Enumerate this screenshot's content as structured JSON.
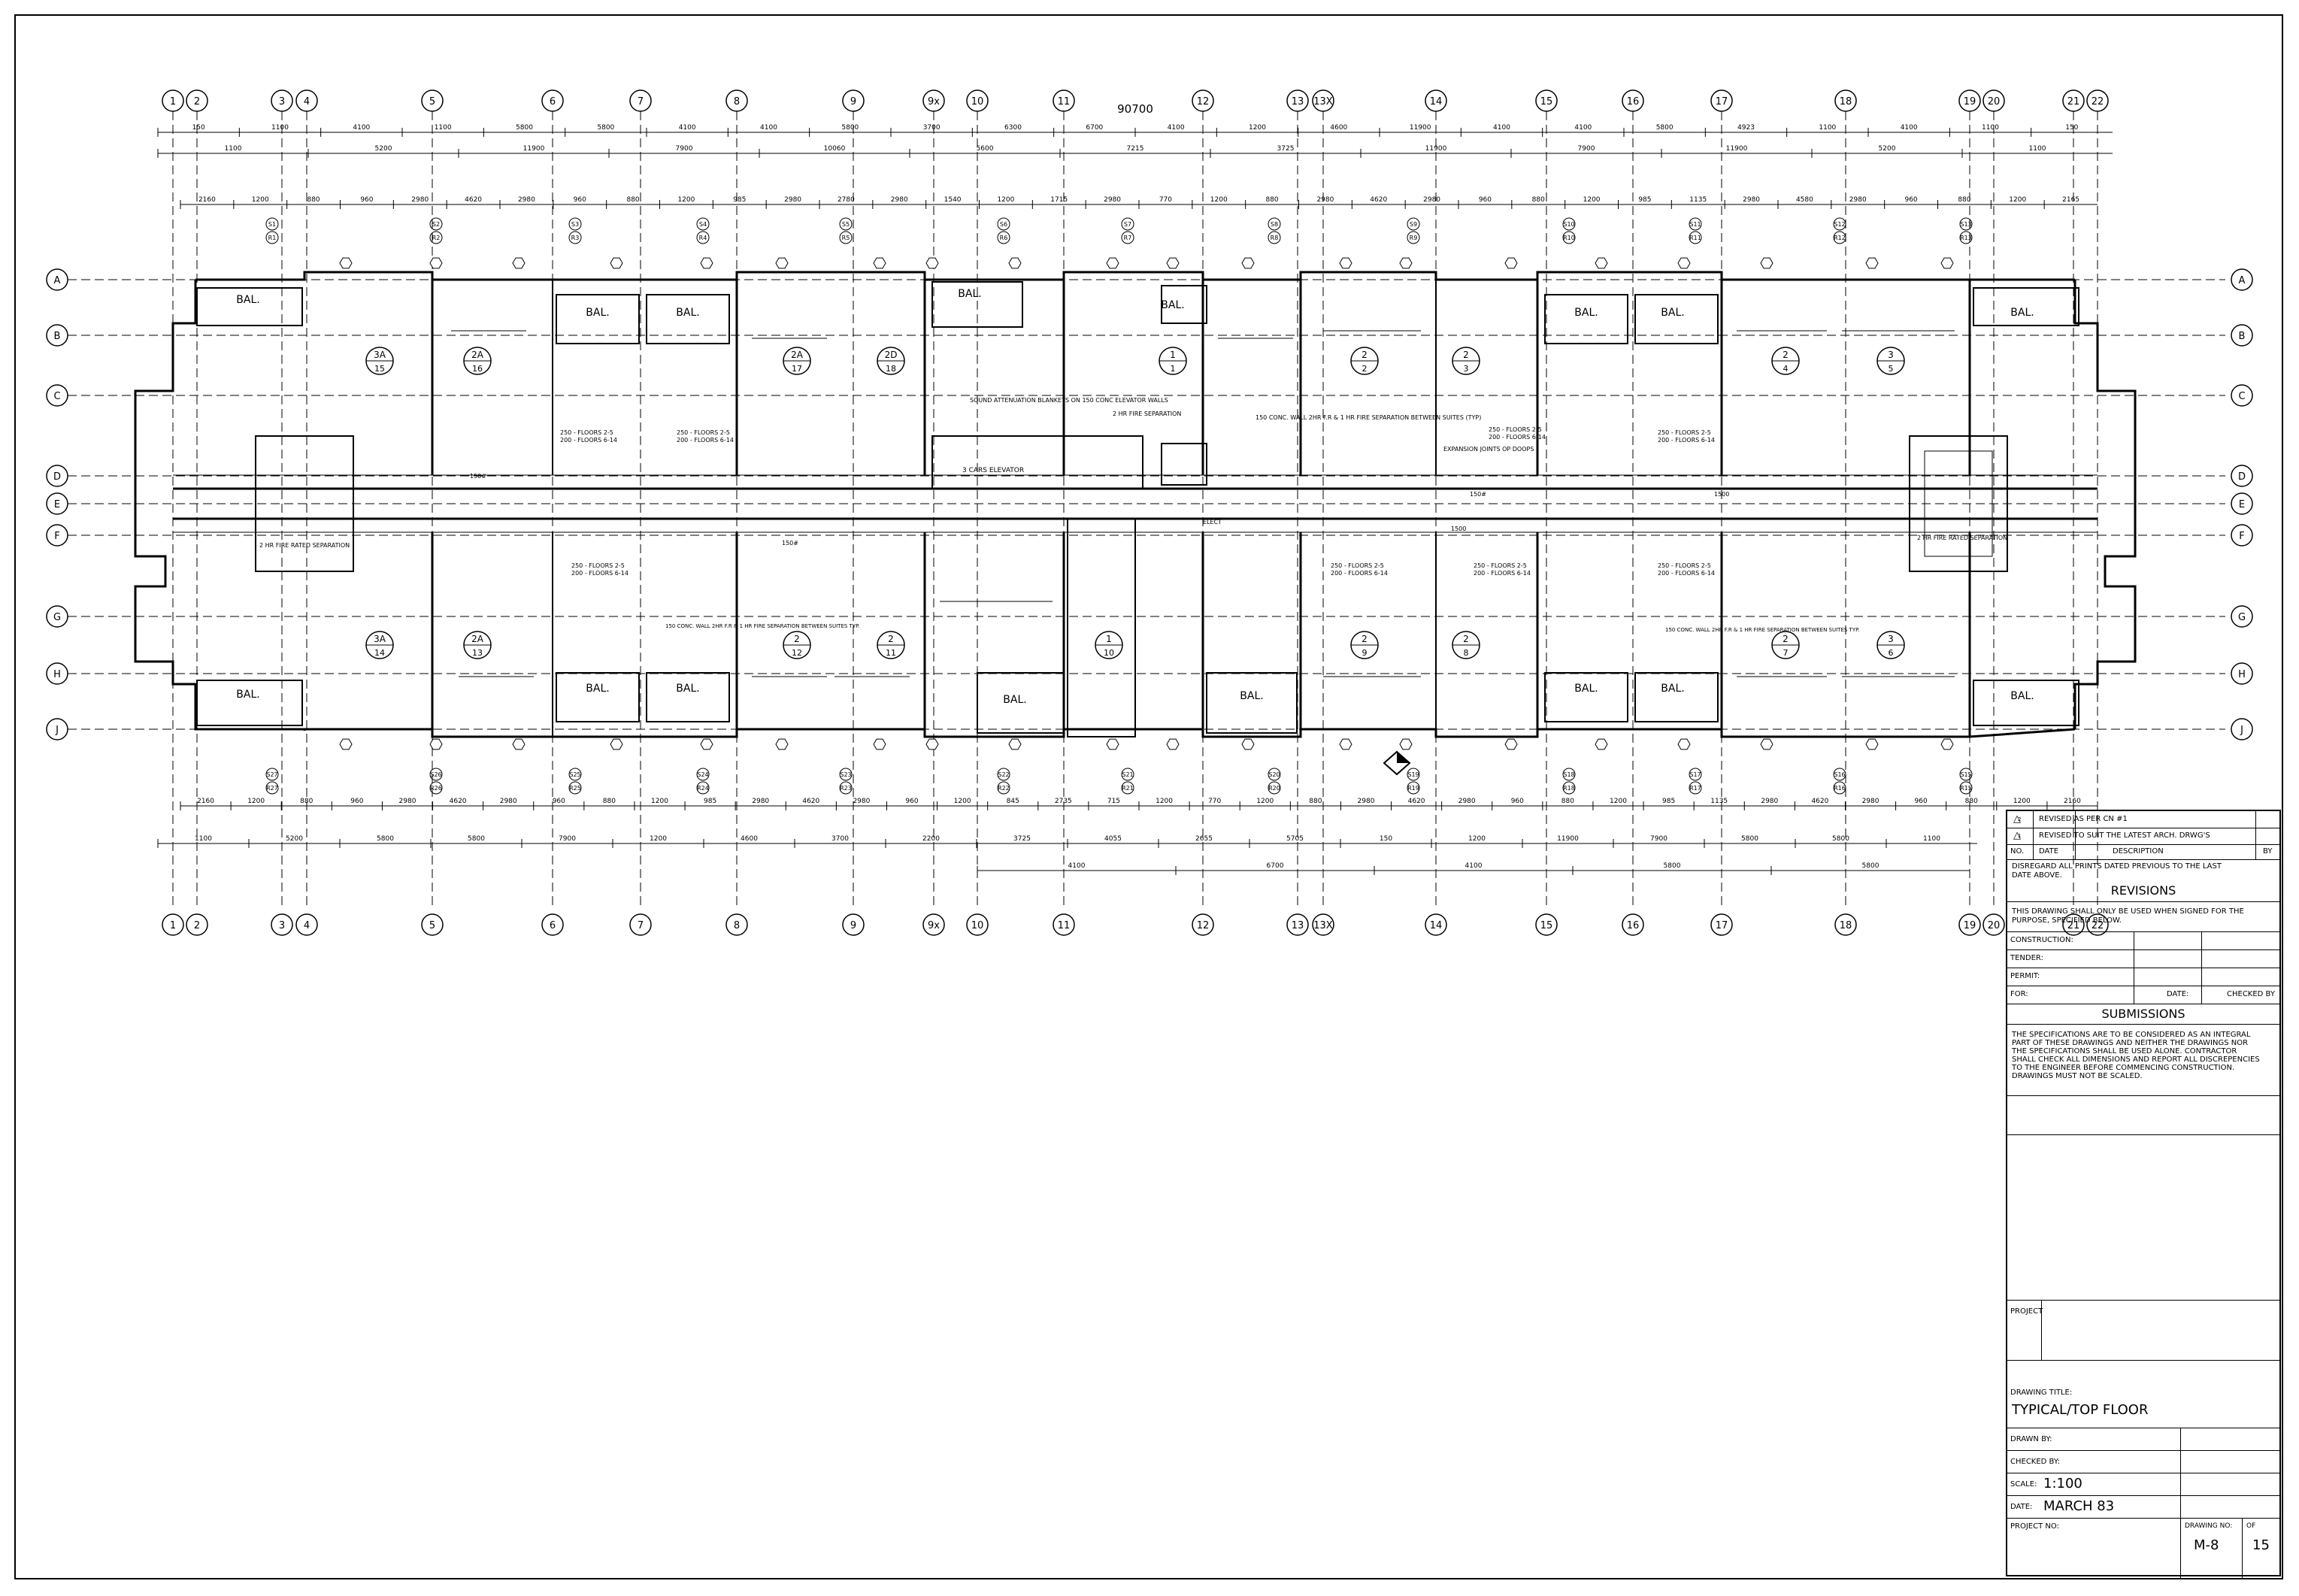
{
  "drawing": {
    "overall_dim": "90700",
    "grid_cols": [
      "1",
      "2",
      "3",
      "4",
      "5",
      "6",
      "7",
      "8",
      "9",
      "9x",
      "10",
      "11",
      "12",
      "13",
      "13X",
      "14",
      "15",
      "16",
      "17",
      "18",
      "19",
      "20",
      "21",
      "22"
    ],
    "grid_rows": [
      "A",
      "B",
      "C",
      "D",
      "E",
      "F",
      "G",
      "H",
      "J"
    ],
    "dims_row1": [
      "150",
      "1100",
      "4100",
      "1100",
      "5800",
      "5800",
      "4100",
      "4100",
      "5800",
      "3700",
      "6300",
      "6700",
      "4100",
      "1200",
      "4600",
      "11900",
      "4100",
      "4100",
      "5800",
      "4923",
      "1100",
      "4100",
      "1100",
      "150"
    ],
    "dims_row2": [
      "1100",
      "5200",
      "11900",
      "7900",
      "10060",
      "5600",
      "7215",
      "3725",
      "11900",
      "7900",
      "11900",
      "5200",
      "1100"
    ],
    "dims_row3": [
      "2160",
      "1200",
      "880",
      "960",
      "2980",
      "4620",
      "2980",
      "960",
      "880",
      "1200",
      "985",
      "2980",
      "2780",
      "2980",
      "1540",
      "1200",
      "1715",
      "2980",
      "770",
      "1200",
      "880",
      "2980",
      "4620",
      "2980",
      "960",
      "880",
      "1200",
      "985",
      "1135",
      "2980",
      "4580",
      "2980",
      "960",
      "880",
      "1200",
      "2165"
    ],
    "dims_bottom1": [
      "2160",
      "1200",
      "880",
      "960",
      "2980",
      "4620",
      "2980",
      "960",
      "880",
      "1200",
      "985",
      "2980",
      "4620",
      "2980",
      "960",
      "1200",
      "845",
      "2735",
      "715",
      "1200",
      "770",
      "1200",
      "880",
      "2980",
      "4620",
      "2980",
      "960",
      "880",
      "1200",
      "985",
      "1135",
      "2980",
      "4620",
      "2980",
      "960",
      "880",
      "1200",
      "2160"
    ],
    "dims_bottom2": [
      "1100",
      "5200",
      "5800",
      "5800",
      "7900",
      "1200",
      "4600",
      "3700",
      "2200",
      "3725",
      "4055",
      "2655",
      "5705",
      "150",
      "1200",
      "11900",
      "7900",
      "5800",
      "5800",
      "1100"
    ],
    "dims_bottom3": [
      "4100",
      "6700",
      "4100",
      "5800",
      "5800"
    ],
    "stair_tags_top": [
      "S1",
      "S2",
      "S3",
      "S4",
      "S5",
      "S6",
      "S7",
      "S8",
      "S9",
      "S10",
      "S11",
      "S12",
      "S13"
    ],
    "stair_tags_top_r": [
      "R1",
      "R2",
      "R3",
      "R4",
      "R5",
      "R6",
      "R7",
      "R8",
      "R9",
      "R10",
      "R11",
      "R12",
      "R13"
    ],
    "stair_tags_bot": [
      "S27",
      "S26",
      "S25",
      "S24",
      "S23",
      "S22",
      "S21",
      "S20",
      "S19",
      "S18",
      "S17",
      "S16",
      "S15"
    ],
    "stair_tags_bot_r": [
      "R27",
      "R26",
      "R25",
      "R24",
      "R23",
      "R22",
      "R21",
      "R20",
      "R19",
      "R18",
      "R17",
      "R16",
      "R15"
    ],
    "units_top": [
      {
        "type": "3A",
        "no": "15"
      },
      {
        "type": "2A",
        "no": "16"
      },
      {
        "type": "2A",
        "no": "17"
      },
      {
        "type": "2D",
        "no": "18"
      },
      {
        "type": "1",
        "no": "1"
      },
      {
        "type": "2",
        "no": "2"
      },
      {
        "type": "2",
        "no": "3"
      },
      {
        "type": "2",
        "no": "4"
      },
      {
        "type": "3",
        "no": "5"
      }
    ],
    "units_bottom": [
      {
        "type": "3A",
        "no": "14"
      },
      {
        "type": "2A",
        "no": "13"
      },
      {
        "type": "2",
        "no": "12"
      },
      {
        "type": "2",
        "no": "11"
      },
      {
        "type": "1",
        "no": "10"
      },
      {
        "type": "2",
        "no": "9"
      },
      {
        "type": "2",
        "no": "8"
      },
      {
        "type": "2",
        "no": "7"
      },
      {
        "type": "3",
        "no": "6"
      }
    ],
    "balcony_label": "BAL.",
    "notes": {
      "sound": "SOUND ATTENUATION BLANKETS ON 150 CONC ELEVATOR WALLS",
      "fire2hr": "2 HR FIRE SEPARATION",
      "conc_top": "150 CONC. WALL 2HR F.R & 1 HR FIRE SEPARATION BETWEEN SUITES (TYP)",
      "elevator": "3 CARS ELEVATOR",
      "floors_a": "250 - FLOORS 2-5",
      "floors_b": "200 - FLOORS 6-14",
      "expansion": "EXPANSION JOINTS OP DOOPS",
      "conc_bottom": "150 CONC. WALL 2HR F.R & 1 HR FIRE SEPARATION BETWEEN SUITES TYP.",
      "fire_pipe": "2 HR FIRE RATED SEPARATION",
      "elect": "ELECT",
      "dim_1500": "1500",
      "dim_150": "150#"
    }
  },
  "title_block": {
    "revisions": [
      {
        "mark": "2",
        "text": "REVISED AS PER CN #1"
      },
      {
        "mark": "1",
        "text": "REVISED TO SUIT THE LATEST ARCH. DRWG'S"
      }
    ],
    "rev_headers": {
      "no": "NO.",
      "date": "DATE",
      "desc": "DESCRIPTION",
      "by": "BY"
    },
    "disregard": "DISREGARD ALL PRINTS DATED PREVIOUS TO THE LAST DATE ABOVE.",
    "revisions_title": "REVISIONS",
    "signed_note": "THIS DRAWING SHALL ONLY BE USED WHEN SIGNED FOR THE PURPOSE, SPECIFIED BELOW.",
    "submission_rows": [
      "CONSTRUCTION:",
      "TENDER:",
      "PERMIT:",
      "FOR:"
    ],
    "date_label": "DATE:",
    "checked_by_label": "CHECKED BY",
    "submissions_title": "SUBMISSIONS",
    "spec_note": "THE SPECIFICATIONS ARE TO BE CONSIDERED AS AN INTEGRAL PART OF THESE DRAWINGS AND NEITHER THE DRAWINGS NOR THE SPECIFICATIONS SHALL BE USED ALONE. CONTRACTOR SHALL CHECK ALL DIMENSIONS AND REPORT ALL DISCREPENCIES TO THE ENGINEER BEFORE COMMENCING CONSTRUCTION. DRAWINGS MUST NOT BE SCALED.",
    "project_label": "PROJECT",
    "drawing_title_label": "DRAWING TITLE:",
    "drawing_title": "TYPICAL/TOP FLOOR",
    "drawn_by_label": "DRAWN BY:",
    "checked_by2_label": "CHECKED BY:",
    "scale_label": "SCALE:",
    "scale": "1:100",
    "date2_label": "DATE:",
    "date": "MARCH 83",
    "project_no_label": "PROJECT NO:",
    "drawing_no_label": "DRAWING NO:",
    "drawing_no": "M-8",
    "of_label": "OF",
    "sheet_total": "15"
  }
}
